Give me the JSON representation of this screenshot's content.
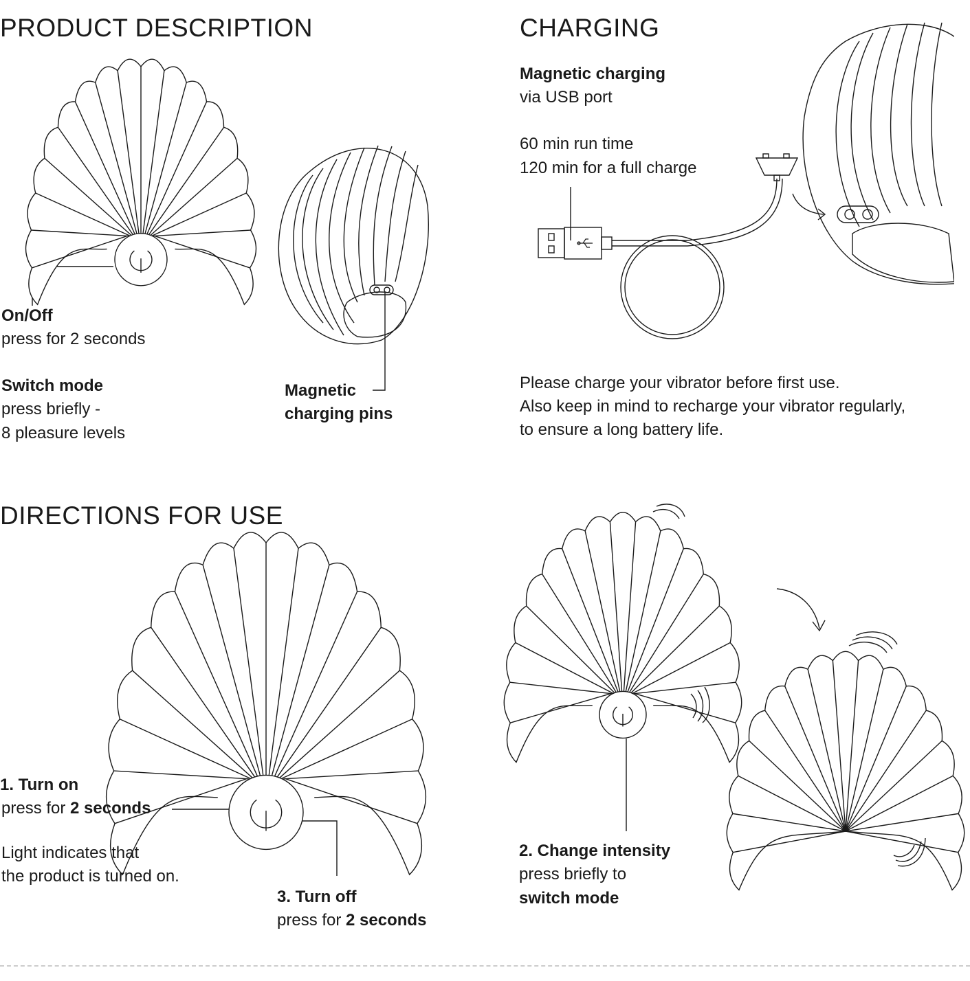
{
  "product_description": {
    "heading": "PRODUCT DESCRIPTION",
    "on_off": {
      "title": "On/Off",
      "text": "press for 2 seconds"
    },
    "switch_mode": {
      "title": "Switch mode",
      "line1": "press briefly -",
      "line2": "8 pleasure levels"
    },
    "pins": {
      "line1": "Magnetic",
      "line2": "charging pins"
    }
  },
  "charging": {
    "heading": "CHARGING",
    "title": "Magnetic charging",
    "subtitle": "via USB port",
    "run_time": "60 min run time",
    "full_charge": "120 min for a full charge",
    "note_lines": [
      "Please charge your vibrator before first use.",
      "Also keep in mind to recharge your vibrator regularly,",
      "to ensure a long battery life."
    ]
  },
  "directions": {
    "heading": "DIRECTIONS FOR USE",
    "step1": {
      "title": "1. Turn on",
      "text_prefix": "press for ",
      "text_bold": "2 seconds"
    },
    "light_note": {
      "line1": "Light indicates that",
      "line2": "the product is turned on."
    },
    "step3": {
      "title": "3. Turn off",
      "text_prefix": "press for ",
      "text_bold": "2 seconds"
    },
    "step2": {
      "title": "2. Change intensity",
      "line1": "press briefly to",
      "line2": "switch mode"
    }
  },
  "colors": {
    "line": "#1a1a1a",
    "divider": "#cccccc"
  }
}
